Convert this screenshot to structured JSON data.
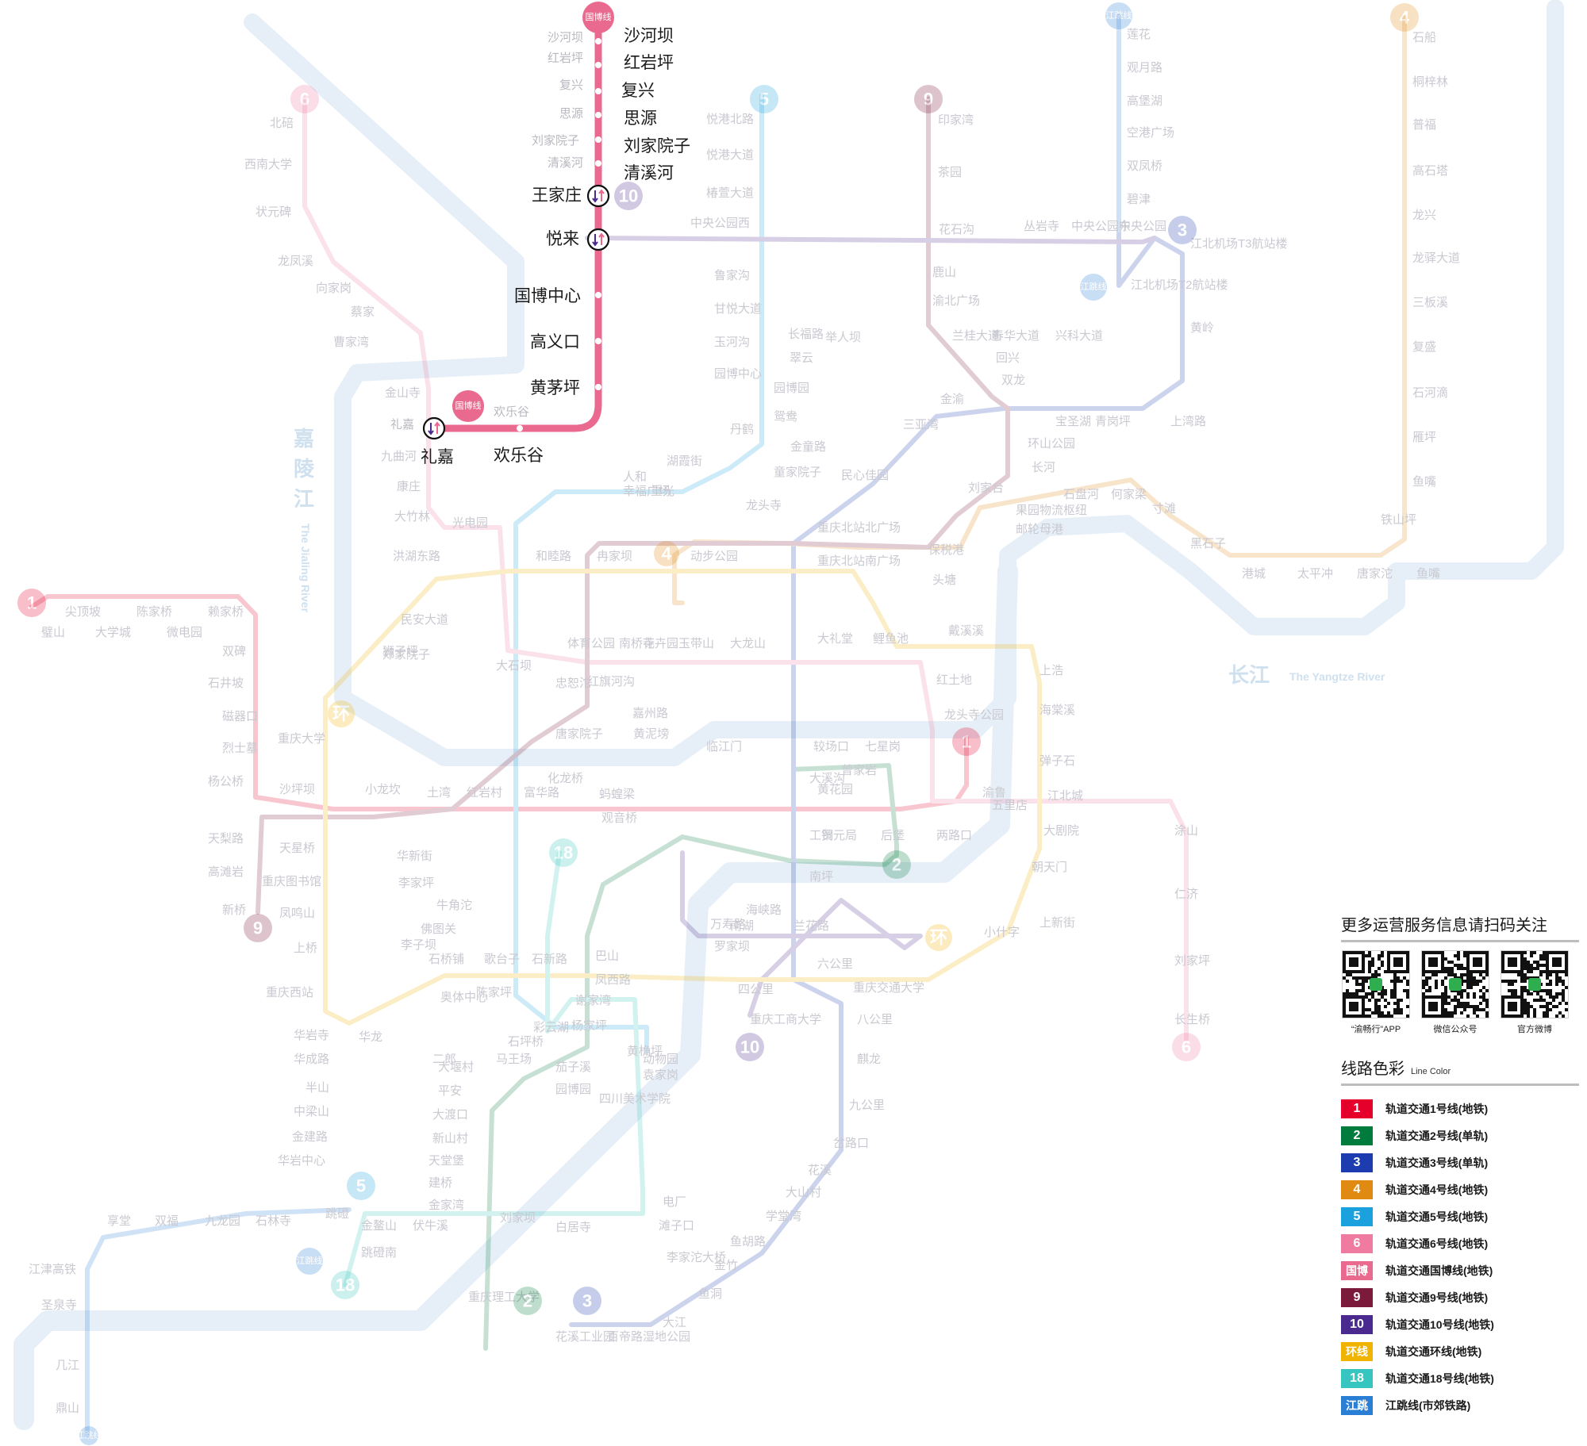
{
  "colors": {
    "line1": "#e4002b",
    "line2": "#007b3e",
    "line3": "#1d3caf",
    "line4": "#e08a11",
    "line5": "#1ba1dd",
    "line6": "#ef7ca0",
    "guobo": "#ea6a8f",
    "line9": "#7b1a3a",
    "line10": "#4a2a8e",
    "loop": "#f0b400",
    "line18": "#36c6bf",
    "jiangtiao": "#2a7fd4",
    "river": "#e6eff7"
  },
  "highlight_line": {
    "badge_top": "国博线",
    "badge_bottom": "国博线",
    "stations": [
      {
        "name": "沙河坝",
        "faint": "沙河坝"
      },
      {
        "name": "红岩坪",
        "faint": "红岩坪"
      },
      {
        "name": "复兴",
        "faint": "复兴"
      },
      {
        "name": "思源",
        "faint": "思源"
      },
      {
        "name": "刘家院子",
        "faint": "刘家院子"
      },
      {
        "name": "清溪河",
        "faint": "清溪河"
      },
      {
        "name": "王家庄"
      },
      {
        "name": "悦来"
      },
      {
        "name": "国博中心"
      },
      {
        "name": "高义口"
      },
      {
        "name": "黄茅坪"
      },
      {
        "name": "礼嘉",
        "faint": "礼嘉"
      },
      {
        "name": "欢乐谷",
        "faint": "欢乐谷"
      }
    ]
  },
  "rivers": {
    "jialing_cn": [
      "嘉",
      "陵",
      "江"
    ],
    "jialing_en": "The Jialing River",
    "yangtze_cn": "长江",
    "yangtze_en": "The Yangtze River"
  },
  "line_badges": {
    "l1": "1",
    "l2a": "2",
    "l2b": "2",
    "l3a": "3",
    "l3b": "3",
    "l4": "4",
    "l5a": "5",
    "l5b": "5",
    "l6a": "6",
    "l6b": "6",
    "l9a": "9",
    "l9b": "9",
    "l10a": "10",
    "l10b": "10",
    "l18a": "18",
    "l18b": "18",
    "loop_a": "环",
    "loop_b": "环",
    "l1b": "1",
    "jt_top": "江跳线",
    "jt_mid": "江跳线",
    "jt_bot": "江跳线",
    "jt_right": "江跳线"
  },
  "faint_stations": [
    "北碚",
    "西南大学",
    "状元碑",
    "龙凤溪",
    "向家岗",
    "蔡家",
    "曹家湾",
    "金山寺",
    "九曲河",
    "康庄",
    "大竹林",
    "光电园",
    "尖顶坡",
    "陈家桥",
    "赖家桥",
    "璧山",
    "大学城",
    "微电园",
    "双碑",
    "石井坡",
    "磁器口",
    "烈士墓",
    "杨公桥",
    "沙坪坝",
    "小龙坎",
    "土湾",
    "红岩村",
    "富华路",
    "化龙桥",
    "重庆大学",
    "天梨路",
    "天星桥",
    "高滩岩",
    "重庆图书馆",
    "新桥",
    "凤鸣山",
    "上桥",
    "重庆西站",
    "华岩寺",
    "华龙",
    "华成路",
    "半山",
    "中梁山",
    "金建路",
    "华岩中心",
    "跳磴",
    "金鳌山",
    "伏牛溪",
    "跳磴南",
    "享堂",
    "双福",
    "九龙园",
    "石林寺",
    "江津高铁",
    "圣泉寺",
    "几江",
    "鼎山",
    "悦港北路",
    "悦港大道",
    "椿萱大道",
    "中央公园西",
    "鲁家沟",
    "甘悦大道",
    "玉河沟",
    "园博中心",
    "丹鹤",
    "湖霞街",
    "重光",
    "幸福广场",
    "人和",
    "和睦路",
    "冉家坝",
    "动步公园",
    "洪湖东路",
    "民安大道",
    "郑家院子",
    "狮子坪",
    "体育公园",
    "南桥寺",
    "玉带山",
    "大龙山",
    "大石坝",
    "忠恕沱",
    "花卉园",
    "红旗河沟",
    "嘉州路",
    "唐家院子",
    "黄泥塝",
    "蚂蝗梁",
    "观音桥",
    "华新街",
    "李家坪",
    "牛角沱",
    "李子坝",
    "佛图关",
    "石桥铺",
    "歌台子",
    "石新路",
    "巴山",
    "凤西路",
    "陈家坪",
    "奥体中心",
    "谢家湾",
    "杨家坪",
    "石坪桥",
    "彩云湖",
    "二郎",
    "马王场",
    "大堰村",
    "平安",
    "大渡口",
    "新山村",
    "天堂堡",
    "建桥",
    "金家湾",
    "刘家坝",
    "白居寺",
    "茄子溪",
    "园博园",
    "四川美术学院",
    "黄桷坪",
    "袁家岗",
    "动物园",
    "电厂",
    "滩子口",
    "李家沱大桥",
    "重庆理工大学",
    "花溪工业园",
    "百帝路湿地公园",
    "大江",
    "鱼洞",
    "金竹",
    "鱼胡路",
    "学堂湾",
    "大山村",
    "花溪",
    "岔路口",
    "九公里",
    "麒龙",
    "八公里",
    "重庆交通大学",
    "六公里",
    "重庆工商大学",
    "四公里",
    "罗家坝",
    "南湖",
    "兰花路",
    "海峡路",
    "万寿路",
    "南坪",
    "工贸",
    "铜元局",
    "后堡",
    "两路口",
    "七星岗",
    "较场口",
    "临江门",
    "黄花园",
    "大溪沟",
    "曾家岩",
    "大礼堂",
    "鲤鱼池",
    "刘家台",
    "红土地",
    "龙头寺公园",
    "渝鲁",
    "五里店",
    "江北城",
    "大剧院",
    "朝天门",
    "小什字",
    "上新街",
    "上浩",
    "海棠溪",
    "弹子石",
    "涂山",
    "仁济",
    "刘家坪",
    "长生桥",
    "印家湾",
    "茶园",
    "花石沟",
    "丛岩寺",
    "中央公园东",
    "中央公园",
    "鹿山",
    "渝北广场",
    "兰桂大道",
    "春华大道",
    "兴科大道",
    "回兴",
    "双龙",
    "宝圣湖",
    "青岗坪",
    "上湾路",
    "环山公园",
    "长河",
    "石盘河",
    "何家梁",
    "寸滩",
    "黑石子",
    "港城",
    "太平冲",
    "唐家沱",
    "铁山坪",
    "鱼嘴",
    "果园物流枢纽",
    "邮轮母港",
    "保税港",
    "头塘",
    "戴溪溪",
    "重庆北站北广场",
    "重庆北站南广场",
    "龙头寺",
    "童家院子",
    "民心佳园",
    "三亚湾",
    "金渝",
    "金童路",
    "鸳鸯",
    "园博园",
    "翠云",
    "长福路",
    "举人坝",
    "莲花",
    "观月路",
    "高堡湖",
    "空港广场",
    "双凤桥",
    "碧津",
    "江北机场T2航站楼",
    "江北机场T3航站楼",
    "黄岭",
    "石船",
    "桐梓林",
    "普福",
    "高石塔",
    "龙兴",
    "龙驿大道",
    "三板溪",
    "复盛",
    "石河滴",
    "雁坪",
    "鱼嘴"
  ],
  "qr": {
    "title": "更多运营服务信息请扫码关注",
    "items": [
      {
        "label": "“渝畅行”APP"
      },
      {
        "label": "微信公众号"
      },
      {
        "label": "官方微博"
      }
    ]
  },
  "legend": {
    "title": "线路色彩",
    "title_en": "Line Color",
    "items": [
      {
        "badge": "1",
        "color": "#e4002b",
        "name": "轨道交通1号线(地铁)"
      },
      {
        "badge": "2",
        "color": "#007b3e",
        "name": "轨道交通2号线(单轨)"
      },
      {
        "badge": "3",
        "color": "#1d3caf",
        "name": "轨道交通3号线(单轨)"
      },
      {
        "badge": "4",
        "color": "#e08a11",
        "name": "轨道交通4号线(地铁)"
      },
      {
        "badge": "5",
        "color": "#1ba1dd",
        "name": "轨道交通5号线(地铁)"
      },
      {
        "badge": "6",
        "color": "#ef7ca0",
        "name": "轨道交通6号线(地铁)"
      },
      {
        "badge": "国博",
        "color": "#ea6a8f",
        "name": "轨道交通国博线(地铁)"
      },
      {
        "badge": "9",
        "color": "#7b1a3a",
        "name": "轨道交通9号线(地铁)"
      },
      {
        "badge": "10",
        "color": "#4a2a8e",
        "name": "轨道交通10号线(地铁)"
      },
      {
        "badge": "环线",
        "color": "#f0b400",
        "name": "轨道交通环线(地铁)"
      },
      {
        "badge": "18",
        "color": "#36c6bf",
        "name": "轨道交通18号线(地铁)"
      },
      {
        "badge": "江跳",
        "color": "#2a7fd4",
        "name": "江跳线(市郊铁路)"
      }
    ]
  }
}
